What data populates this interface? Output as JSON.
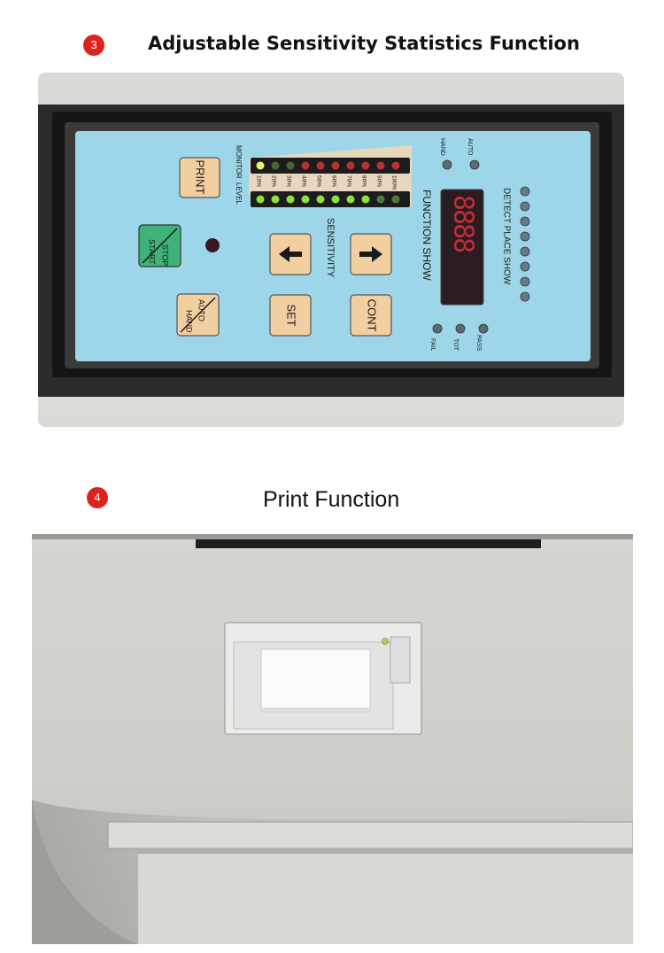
{
  "sections": [
    {
      "number": "3",
      "title": "Adjustable Sensitivity Statistics Function"
    },
    {
      "number": "4",
      "title": "Print Function"
    }
  ],
  "panel": {
    "buttons": {
      "print": "PRINT",
      "start": "START",
      "stop": "STOP",
      "auto": "AUTO",
      "hand": "HAND",
      "set": "SET",
      "cont": "CONT"
    },
    "labels": {
      "monitor": "MONITOR",
      "level": "LEVEL",
      "sensitivity": "SENSITIVITY",
      "function_show": "FUNCTION SHOW",
      "detect_place_show": "DETECT PLACE SHOW",
      "hand": "HAND",
      "auto": "AUTO",
      "fail": "FAIL",
      "tot": "TOT",
      "pass": "PASS"
    },
    "scale": [
      "10%",
      "20%",
      "30%",
      "40%",
      "50%",
      "60%",
      "70%",
      "80%",
      "90%",
      "100%"
    ],
    "display_digits": "8888",
    "colors": {
      "panel_bg": "#9dd6e8",
      "button_bg": "#f2cfa0",
      "start_button_bg": "#3fb279",
      "led_red": "#e03a2f",
      "led_green": "#8fe03a",
      "badge": "#e0221e"
    }
  }
}
